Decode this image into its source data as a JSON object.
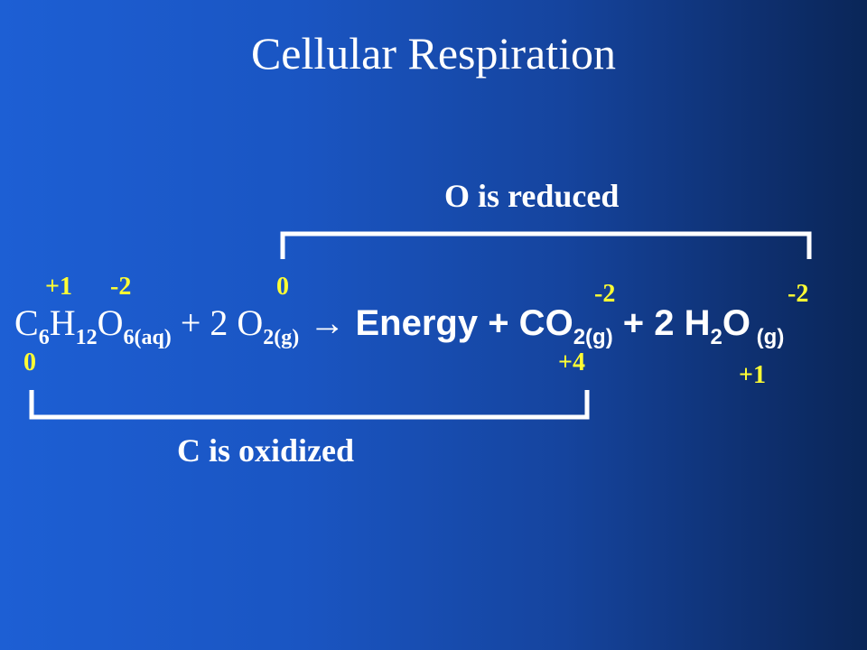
{
  "slide": {
    "title": "Cellular Respiration",
    "top_label": "O is reduced",
    "bottom_label": "C is oxidized"
  },
  "equation": {
    "c": "C",
    "c_sub": "6",
    "h": "H",
    "h_sub": "12",
    "o": "O",
    "o_sub": "6(aq)",
    "plus1": " + 2 O",
    "o2_sub": "2(g)",
    "arrow": " → ",
    "energy": "Energy + CO",
    "co2_sub": "2(g)",
    "plus2": " + 2 H",
    "h2_sub": "2",
    "o_last": "O",
    "h2o_sub": " (g)"
  },
  "oxidation_numbers": {
    "h_reactant": "+1",
    "o_reactant": "-2",
    "o2_reactant": "0",
    "c_reactant": "0",
    "o_co2": "-2",
    "c_co2": "+4",
    "o_h2o": "-2",
    "h_h2o": "+1"
  },
  "colors": {
    "text": "#ffffff",
    "oxidation_number": "#ffff33",
    "bracket": "#ffffff"
  }
}
